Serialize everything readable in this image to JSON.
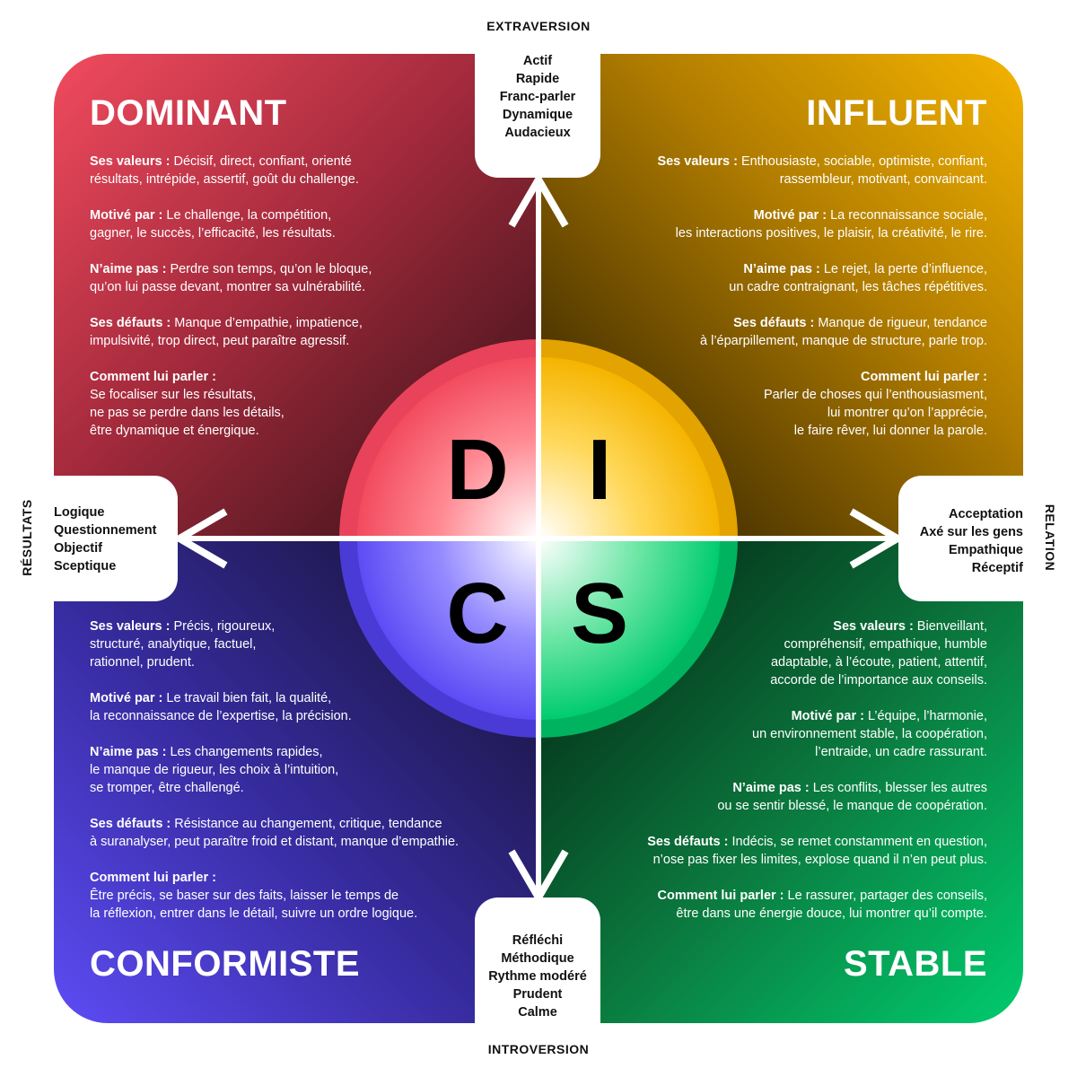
{
  "axes": {
    "top": "EXTRAVERSION",
    "bottom": "INTROVERSION",
    "left": "RÉSULTATS",
    "right": "RELATION"
  },
  "tabs": {
    "top": [
      "Actif",
      "Rapide",
      "Franc-parler",
      "Dynamique",
      "Audacieux"
    ],
    "bottom": [
      "Réfléchi",
      "Méthodique",
      "Rythme modéré",
      "Prudent",
      "Calme"
    ],
    "left": [
      "Logique",
      "Questionnement",
      "Objectif",
      "Sceptique"
    ],
    "right": [
      "Acceptation",
      "Axé sur les gens",
      "Empathique",
      "Réceptif"
    ]
  },
  "letters": {
    "d": "D",
    "i": "I",
    "c": "C",
    "s": "S"
  },
  "colors": {
    "dominant": "#f24b5e",
    "influent": "#f5b400",
    "conformiste": "#5d4cf5",
    "stable": "#00cc6e"
  },
  "dominant": {
    "title": "DOMINANT",
    "sections": [
      {
        "label": "Ses valeurs :",
        "lines": [
          " Décisif, direct, confiant, orienté",
          "résultats,  intrépide, assertif,  goût du challenge."
        ]
      },
      {
        "label": "Motivé par :",
        "lines": [
          " Le challenge, la compétition,",
          "gagner, le succès, l’efficacité, les résultats."
        ]
      },
      {
        "label": "N’aime pas :",
        "lines": [
          " Perdre son temps, qu’on le bloque,",
          "qu’on lui passe devant, montrer sa vulnérabilité."
        ]
      },
      {
        "label": "Ses défauts :",
        "lines": [
          " Manque d’empathie, impatience,",
          "impulsivité, trop direct, peut paraître agressif."
        ]
      },
      {
        "label": "Comment lui parler :",
        "lines": [
          "",
          "Se focaliser sur les résultats,",
          "ne pas se perdre dans les détails,",
          "être dynamique et énergique."
        ]
      }
    ]
  },
  "influent": {
    "title": "INFLUENT",
    "sections": [
      {
        "label": "Ses valeurs :",
        "lines": [
          " Enthousiaste, sociable, optimiste, confiant,",
          "rassembleur, motivant, convaincant."
        ]
      },
      {
        "label": "Motivé par :",
        "lines": [
          " La reconnaissance sociale,",
          "les interactions positives, le plaisir, la créativité, le rire."
        ]
      },
      {
        "label": "N’aime pas :",
        "lines": [
          " Le rejet, la perte d’influence,",
          "un cadre contraignant, les tâches répétitives."
        ]
      },
      {
        "label": "Ses défauts :",
        "lines": [
          " Manque de rigueur, tendance",
          "à l’éparpillement, manque de structure, parle trop."
        ]
      },
      {
        "label": "Comment lui parler :",
        "lines": [
          "",
          "Parler de choses qui l’enthousiasment,",
          "lui montrer qu’on l’apprécie,",
          "le faire rêver, lui donner la parole."
        ]
      }
    ]
  },
  "conformiste": {
    "title": "CONFORMISTE",
    "sections": [
      {
        "label": "Ses valeurs :",
        "lines": [
          " Précis, rigoureux,",
          "structuré, analytique, factuel,",
          "rationnel, prudent."
        ]
      },
      {
        "label": "Motivé par :",
        "lines": [
          " Le travail bien fait, la qualité,",
          "la reconnaissance de l’expertise, la précision."
        ]
      },
      {
        "label": "N’aime pas :",
        "lines": [
          " Les changements rapides,",
          "le manque de rigueur, les choix à l’intuition,",
          "se tromper, être challengé."
        ]
      },
      {
        "label": "Ses défauts :",
        "lines": [
          " Résistance au changement, critique, tendance",
          "à suranalyser, peut paraître froid et distant, manque d’empathie."
        ]
      },
      {
        "label": "Comment lui parler :",
        "lines": [
          "",
          "Être précis, se baser sur des faits, laisser le temps de",
          "la réflexion, entrer dans le détail, suivre un ordre logique."
        ]
      }
    ]
  },
  "stable": {
    "title": "STABLE",
    "sections": [
      {
        "label": "Ses valeurs :",
        "lines": [
          " Bienveillant,",
          "compréhensif, empathique, humble",
          "adaptable, à l’écoute, patient, attentif,",
          "accorde de l’importance aux conseils."
        ]
      },
      {
        "label": "Motivé par :",
        "lines": [
          " L’équipe, l’harmonie,",
          "un environnement stable, la coopération,",
          "l’entraide, un cadre rassurant."
        ]
      },
      {
        "label": "N’aime pas :",
        "lines": [
          " Les conflits, blesser les autres",
          "ou se sentir blessé, le manque de coopération."
        ]
      },
      {
        "label": "Ses défauts :",
        "lines": [
          " Indécis, se remet constamment en question,",
          "n’ose pas fixer les limites, explose quand il n’en peut plus."
        ]
      },
      {
        "label": "Comment lui parler :",
        "lines": [
          " Le rassurer, partager des conseils,",
          "être dans une énergie douce, lui montrer qu’il compte."
        ]
      }
    ]
  }
}
